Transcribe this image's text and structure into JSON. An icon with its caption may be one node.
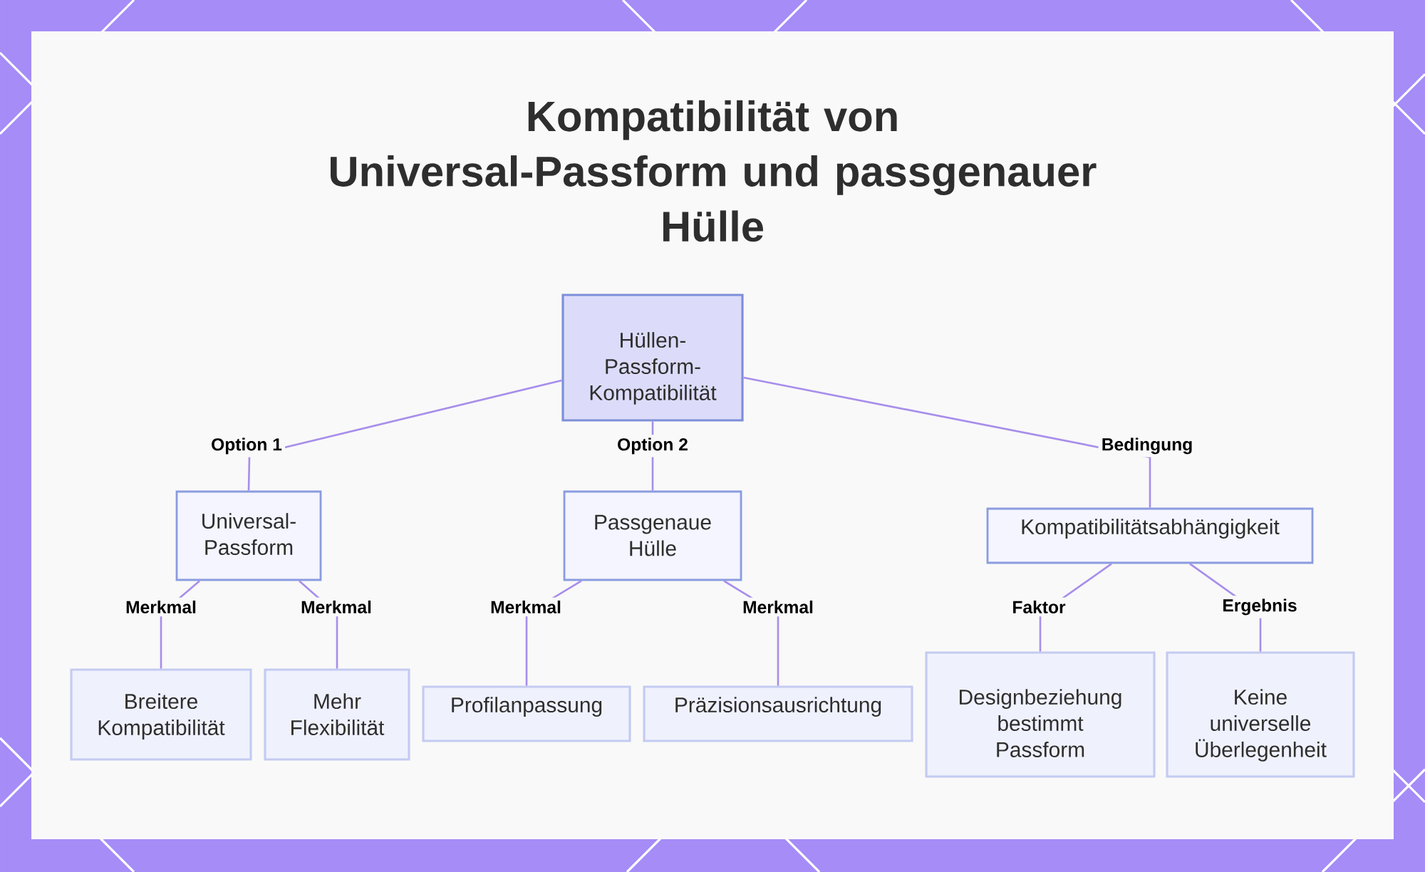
{
  "diagram": {
    "title": "Kompatibilität von Universal-Passform und passgenauer Hülle",
    "nodes": [
      {
        "text": [
          "Hüllen-Passform-Kompatibilität"
        ]
      },
      {
        "text": [
          "Universal-Passform"
        ]
      },
      {
        "text": [
          "Passgenaue Hülle"
        ]
      },
      {
        "text": [
          "Kompatibilitätsabhängigkeit"
        ]
      },
      {
        "text": [
          "Breitere Kompatibilität"
        ]
      },
      {
        "text": [
          "Mehr Flexibilität"
        ]
      },
      {
        "text": [
          "Profilanpassung"
        ]
      },
      {
        "text": [
          "Präzisionsausrichtung"
        ]
      },
      {
        "text": [
          "Designbeziehung bestimmt Passform"
        ]
      },
      {
        "text": [
          "Keine universelle Überlegenheit"
        ]
      }
    ],
    "edges": [
      {
        "from": 0,
        "to": 1,
        "arrow": "none",
        "label": "Option 1"
      },
      {
        "from": 0,
        "to": 2,
        "arrow": "none",
        "label": "Option 2"
      },
      {
        "from": 0,
        "to": 3,
        "arrow": "none",
        "label": "Bedingung"
      },
      {
        "from": 1,
        "to": 4,
        "arrow": "none",
        "label": "Merkmal"
      },
      {
        "from": 1,
        "to": 5,
        "arrow": "none",
        "label": "Merkmal"
      },
      {
        "from": 2,
        "to": 6,
        "arrow": "none",
        "label": "Merkmal"
      },
      {
        "from": 2,
        "to": 7,
        "arrow": "none",
        "label": "Merkmal"
      },
      {
        "from": 3,
        "to": 8,
        "arrow": "none",
        "label": "Faktor"
      },
      {
        "from": 3,
        "to": 9,
        "arrow": "none",
        "label": "Ergebnis"
      }
    ]
  }
}
